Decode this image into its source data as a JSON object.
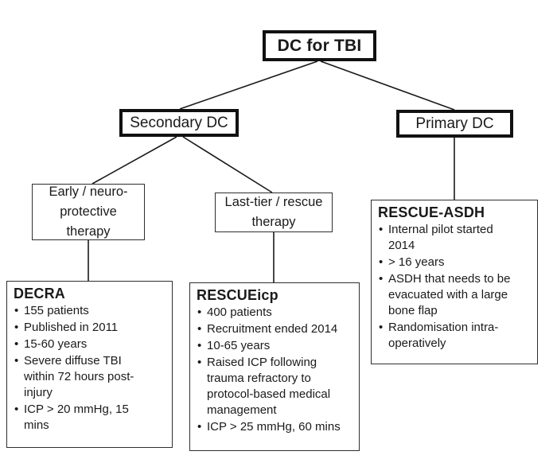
{
  "colors": {
    "background": "#ffffff",
    "text": "#1a1a1a",
    "thick_border": "#111111",
    "thin_border": "#2e2e2e",
    "connector": "#1a1a1a"
  },
  "root": {
    "label": "DC for TBI"
  },
  "branches": {
    "secondary": {
      "label": "Secondary DC"
    },
    "primary": {
      "label": "Primary DC"
    }
  },
  "therapies": {
    "early": {
      "label": "Early / neuro-\nprotective\ntherapy"
    },
    "last_tier": {
      "label": "Last-tier / rescue\ntherapy"
    }
  },
  "trials": [
    {
      "title": "DECRA",
      "bullets": [
        "155 patients",
        "Published in 2011",
        "15-60 years",
        "Severe diffuse TBI\nwithin 72 hours post-\ninjury",
        "ICP > 20 mmHg, 15\nmins"
      ]
    },
    {
      "title": "RESCUEicp",
      "bullets": [
        "400 patients",
        "Recruitment ended 2014",
        "10-65 years",
        "Raised ICP following\ntrauma refractory to\nprotocol-based medical\nmanagement",
        "ICP > 25 mmHg, 60 mins"
      ]
    },
    {
      "title": "RESCUE-ASDH",
      "bullets": [
        "Internal pilot started\n2014",
        "> 16 years",
        "ASDH that needs to be\nevacuated with a large\nbone flap",
        "Randomisation intra-\noperatively"
      ]
    }
  ]
}
